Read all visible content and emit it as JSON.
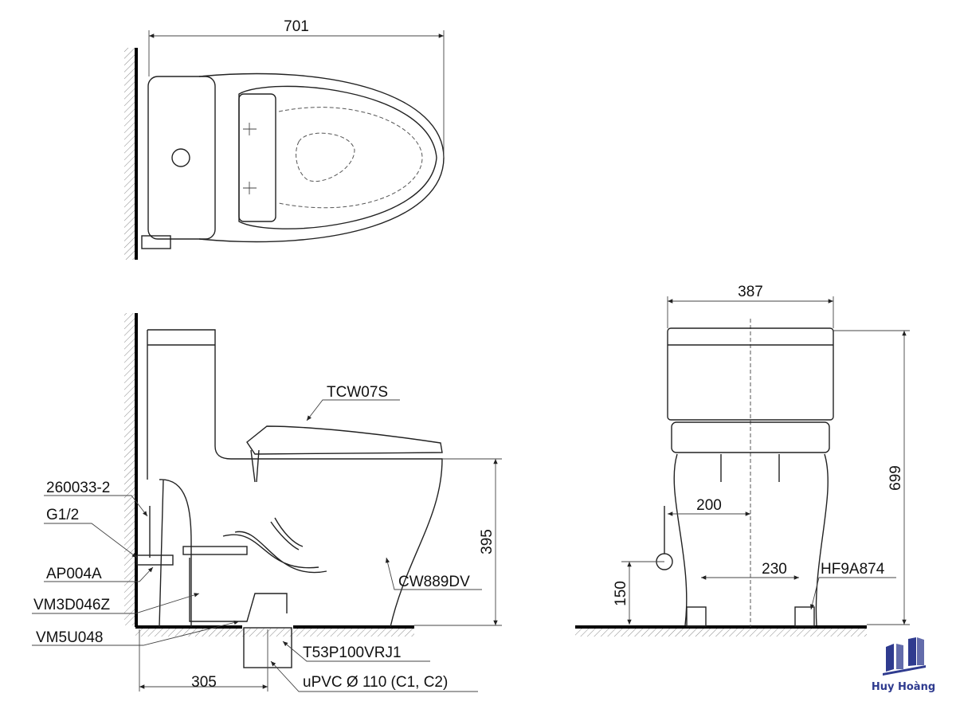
{
  "dimensions": {
    "top_width": "701",
    "front_width": "387",
    "total_height": "699",
    "seat_height": "395",
    "rough_in": "305",
    "supply_offset": "200",
    "mount_spacing": "230",
    "supply_height": "150"
  },
  "parts": {
    "seat": "TCW07S",
    "stop_valve": "260033-2",
    "thread": "G1/2",
    "supply_part": "AP004A",
    "flush_valve": "VM3D046Z",
    "gasket": "VM5U048",
    "bowl": "CW889DV",
    "flange": "T53P100VRJ1",
    "pipe": "uPVC Ø 110 (C1, C2)",
    "bolt": "HF9A874"
  },
  "logo": {
    "name": "Huy Hoàng",
    "color": "#2f3b8f"
  }
}
